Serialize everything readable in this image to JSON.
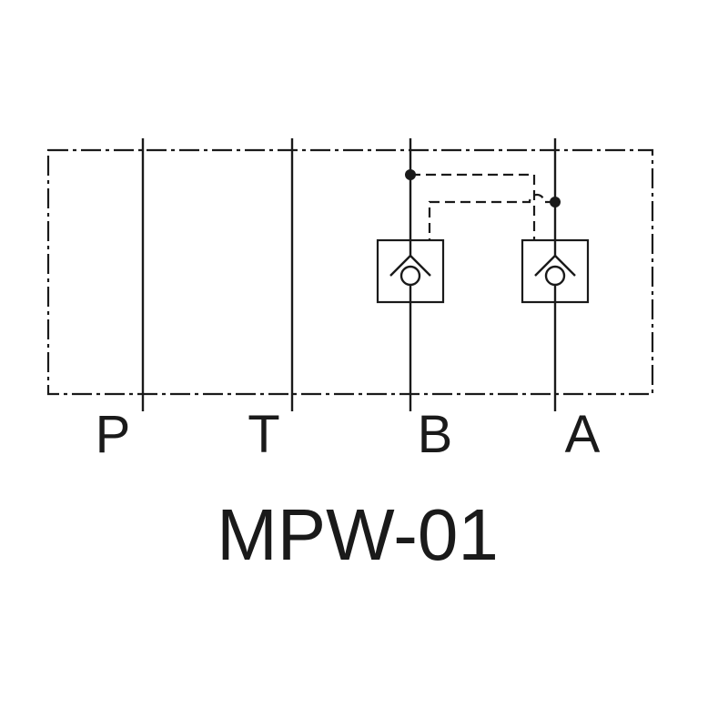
{
  "diagram": {
    "ports": [
      {
        "id": "P",
        "label": "P"
      },
      {
        "id": "T",
        "label": "T"
      },
      {
        "id": "B",
        "label": "B"
      },
      {
        "id": "A",
        "label": "A"
      }
    ],
    "model": "MPW-01",
    "colors": {
      "stroke": "#1a1a1a",
      "background": "#ffffff"
    }
  }
}
